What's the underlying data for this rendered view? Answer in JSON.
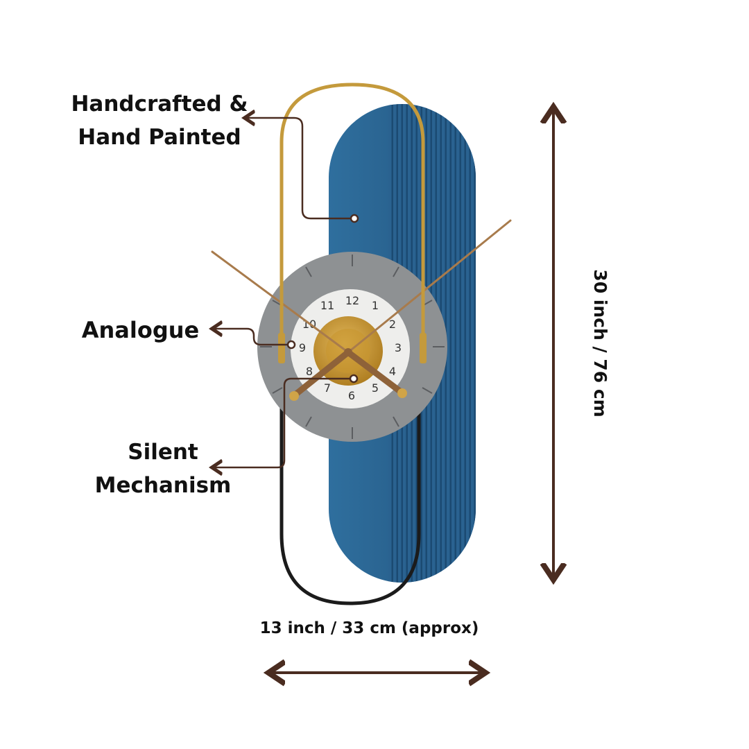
{
  "features": {
    "handcrafted": "Handcrafted & Hand Painted",
    "analogue": "Analogue",
    "silent_mechanism": "Silent Mechanism"
  },
  "dimensions": {
    "width": "13 inch / 33 cm (approx)",
    "height": "30 inch / 76 cm"
  },
  "clock": {
    "numerals": [
      "12",
      "1",
      "2",
      "3",
      "4",
      "5",
      "6",
      "7",
      "8",
      "9",
      "10",
      "11"
    ]
  },
  "colors": {
    "panel_blue": "#2b6591",
    "dial_grey": "#8c8f91",
    "brass": "#c49a3c",
    "annotation_brown": "#4a2c20"
  }
}
